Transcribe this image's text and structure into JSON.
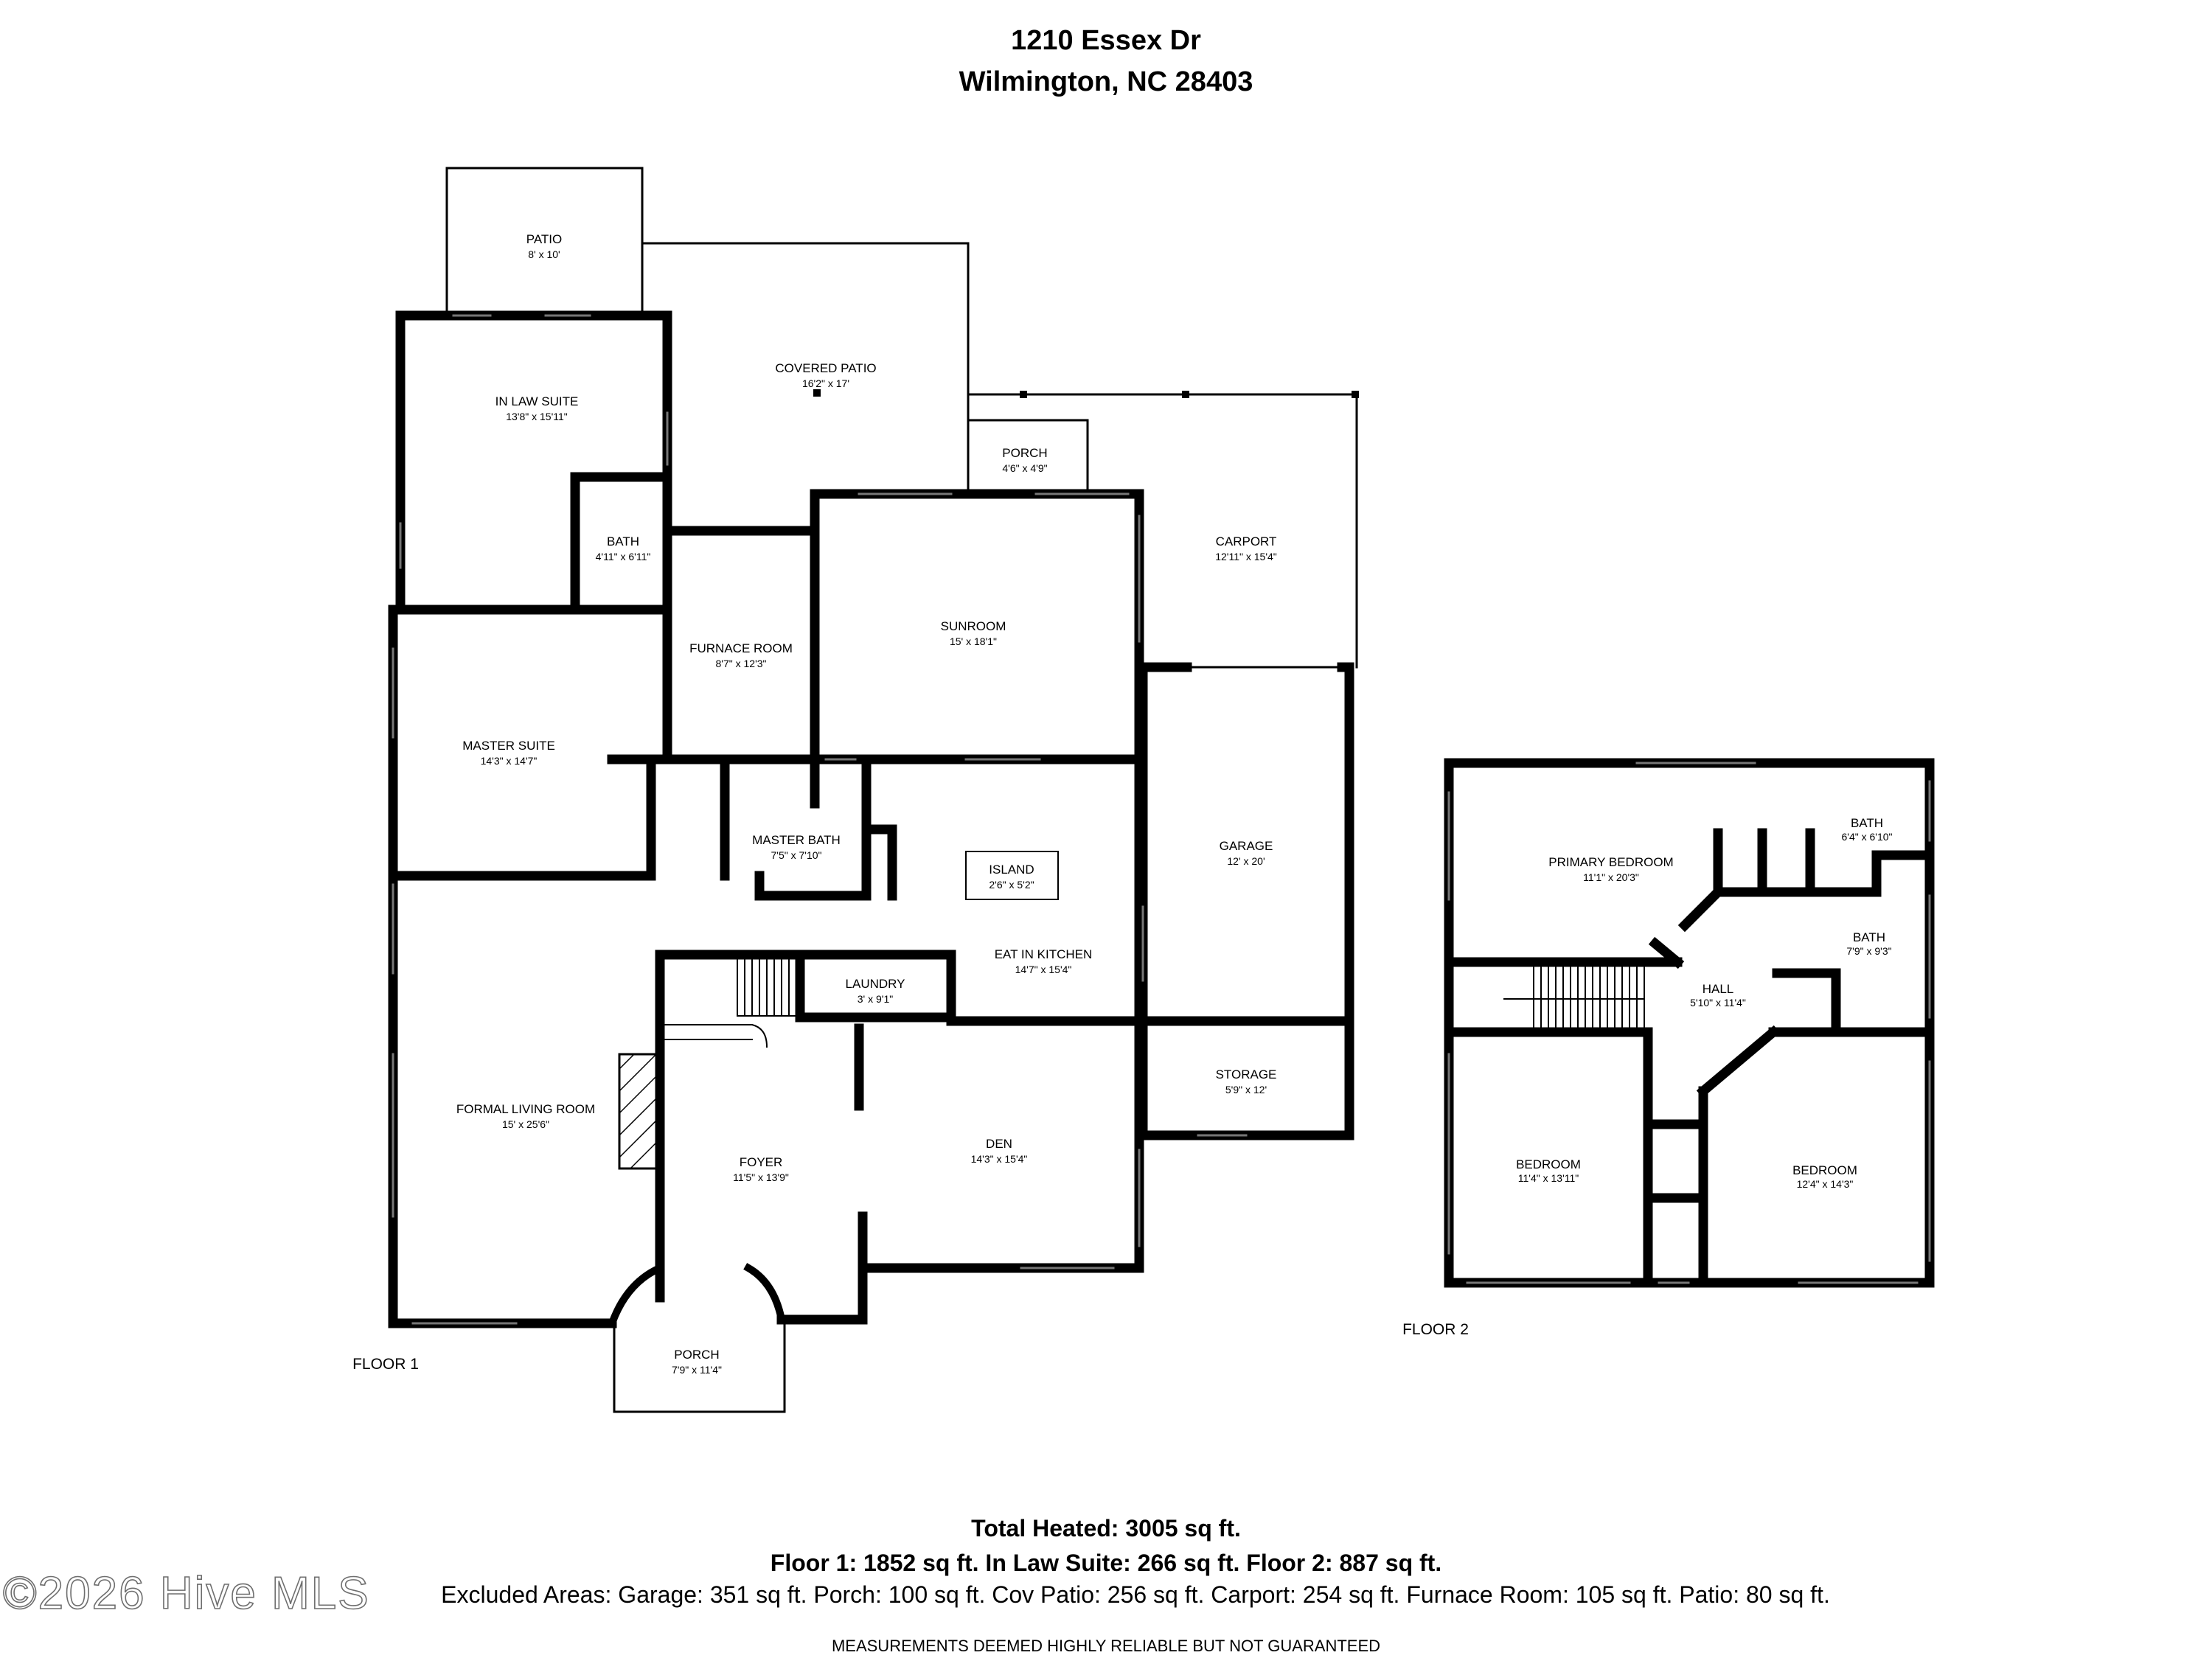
{
  "header": {
    "line1": "1210 Essex Dr",
    "line2": "Wilmington, NC 28403"
  },
  "floors": [
    {
      "label": "FLOOR 1",
      "rooms": [
        {
          "name": "PATIO",
          "dims": "8' x 10'"
        },
        {
          "name": "COVERED PATIO",
          "dims": "16'2\" x 17'"
        },
        {
          "name": "IN LAW SUITE",
          "dims": "13'8\" x 15'11\""
        },
        {
          "name": "BATH",
          "dims": "4'11\" x 6'11\""
        },
        {
          "name": "PORCH",
          "dims": "4'6\" x 4'9\""
        },
        {
          "name": "CARPORT",
          "dims": "12'11\" x 15'4\""
        },
        {
          "name": "SUNROOM",
          "dims": "15' x 18'1\""
        },
        {
          "name": "FURNACE ROOM",
          "dims": "8'7\" x 12'3\""
        },
        {
          "name": "MASTER SUITE",
          "dims": "14'3\" x 14'7\""
        },
        {
          "name": "MASTER BATH",
          "dims": "7'5\" x 7'10\""
        },
        {
          "name": "ISLAND",
          "dims": "2'6\" x 5'2\""
        },
        {
          "name": "GARAGE",
          "dims": "12' x 20'"
        },
        {
          "name": "EAT IN KITCHEN",
          "dims": "14'7\" x 15'4\""
        },
        {
          "name": "LAUNDRY",
          "dims": "3' x 9'1\""
        },
        {
          "name": "STORAGE",
          "dims": "5'9\" x 12'"
        },
        {
          "name": "FORMAL LIVING ROOM",
          "dims": "15' x 25'6\""
        },
        {
          "name": "FOYER",
          "dims": "11'5\" x 13'9\""
        },
        {
          "name": "DEN",
          "dims": "14'3\" x 15'4\""
        },
        {
          "name": "PORCH",
          "dims": "7'9\" x 11'4\""
        }
      ]
    },
    {
      "label": "FLOOR 2",
      "rooms": [
        {
          "name": "PRIMARY BEDROOM",
          "dims": "11'1\" x 20'3\""
        },
        {
          "name": "BATH",
          "dims": "6'4\" x 6'10\""
        },
        {
          "name": "BATH",
          "dims": "7'9\" x 9'3\""
        },
        {
          "name": "HALL",
          "dims": "5'10\" x 11'4\""
        },
        {
          "name": "BEDROOM",
          "dims": "11'4\" x 13'11\""
        },
        {
          "name": "BEDROOM",
          "dims": "12'4\" x 14'3\""
        }
      ]
    }
  ],
  "totals": {
    "heated": "Total Heated: 3005 sq ft.",
    "floors": "Floor 1: 1852 sq ft. In Law Suite: 266 sq ft. Floor 2: 887 sq ft.",
    "excluded": "Excluded Areas: Garage: 351 sq ft. Porch: 100 sq ft. Cov Patio: 256 sq ft. Carport: 254 sq ft. Furnace Room: 105 sq ft. Patio: 80 sq ft.",
    "disclaimer": "MEASUREMENTS DEEMED HIGHLY RELIABLE BUT NOT GUARANTEED"
  },
  "watermark": "©2026 Hive MLS"
}
